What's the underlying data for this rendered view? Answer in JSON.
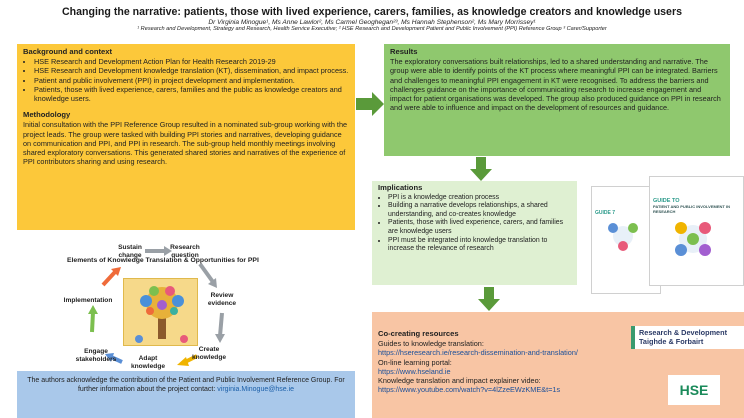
{
  "header": {
    "title": "Changing the narrative: patients, those with lived experience, carers, families, as knowledge creators and knowledge users",
    "authors": "Dr Virginia Minogue¹, Ms Anne Lawlor², Ms Carmel Geoghegan²³, Ms Hannah Stephenson², Ms Mary Morrissey¹",
    "affiliations": "¹ Research and Development, Strategy and Research, Health Service Executive; ² HSE Research and Development Patient and Public Involvement (PPI) Reference Group ³ Carer/Supporter"
  },
  "background": {
    "heading": "Background and context",
    "items": [
      "HSE Research and Development Action Plan for Health Research 2019-29",
      "HSE Research and Development knowledge translation (KT), dissemination, and impact process.",
      "Patient and public involvement (PPI) in project development and implementation.",
      "Patients, those with lived experience, carers, families and the public as knowledge creators and knowledge users."
    ]
  },
  "methodology": {
    "heading": "Methodology",
    "text": "Initial consultation with the PPI Reference Group resulted in a nominated sub-group working with the project leads. The group were tasked with building PPI stories and narratives, developing guidance on communication and PPI, and PPI in research. The sub-group held monthly meetings involving shared exploratory conversations. This generated shared stories and narratives of the experience of PPI contributors sharing and using research."
  },
  "diagram": {
    "title": "Elements of Knowledge Translation & Opportunities for PPI",
    "labels": {
      "sustain": "Sustain change",
      "research": "Research question",
      "review": "Review evidence",
      "create": "Create knowledge",
      "adapt": "Adapt knowledge",
      "engage": "Engage stakeholders",
      "implementation": "Implementation"
    }
  },
  "acknowledgement": {
    "text": "The authors acknowledge the contribution of the Patient and Public Involvement Reference Group. For further information about the project contact:",
    "email": "virginia.Minogue@hse.ie"
  },
  "results": {
    "heading": "Results",
    "text": "The exploratory conversations built relationships, led to a shared understanding and narrative. The group were able to identify points of the KT process where meaningful PPI can be integrated. Barriers and challenges to meaningful PPI engagement in KT were recognised. To address the barriers and challenges guidance on the importance of communicating research to increase engagement and impact for patient organisations was developed. The group also produced guidance on PPI in research and were able to influence and impact on the development of resources and guidance."
  },
  "implications": {
    "heading": "Implications",
    "items": [
      "PPI is a knowledge creation process",
      "Building a narrative develops relationships, a shared understanding, and co-creates knowledge",
      "Patients, those with lived experience, carers, and families are knowledge users",
      "PPI must be integrated into knowledge translation to increase the relevance of research"
    ]
  },
  "guides": {
    "g1_title": "GUIDE 7",
    "g2_title": "GUIDE TO",
    "g2_sub": "PATIENT AND PUBLIC INVOLVEMENT IN RESEARCH"
  },
  "resources": {
    "heading": "Co-creating resources",
    "line1": "Guides to knowledge translation:",
    "link1": "https://hseresearch.ie/research-dissemination-and-translation/",
    "line2": "On-line learning portal:",
    "link2": "https://www.hseland.ie",
    "line3": "Knowledge translation and impact explainer video:",
    "link3": "https://www.youtube.com/watch?v=4lZzeEWzKME&t=1s"
  },
  "logo": {
    "line1": "Research & Development",
    "line2": "Taighde & Forbairt",
    "hse": "HSE"
  },
  "colors": {
    "arrow": "#5a9a3a",
    "background_box": "#fcc83a",
    "results_box": "#8fc86e",
    "implications_box": "#dff0d2",
    "resources_box": "#f8c5a4",
    "ack_box": "#a9c8ea"
  }
}
